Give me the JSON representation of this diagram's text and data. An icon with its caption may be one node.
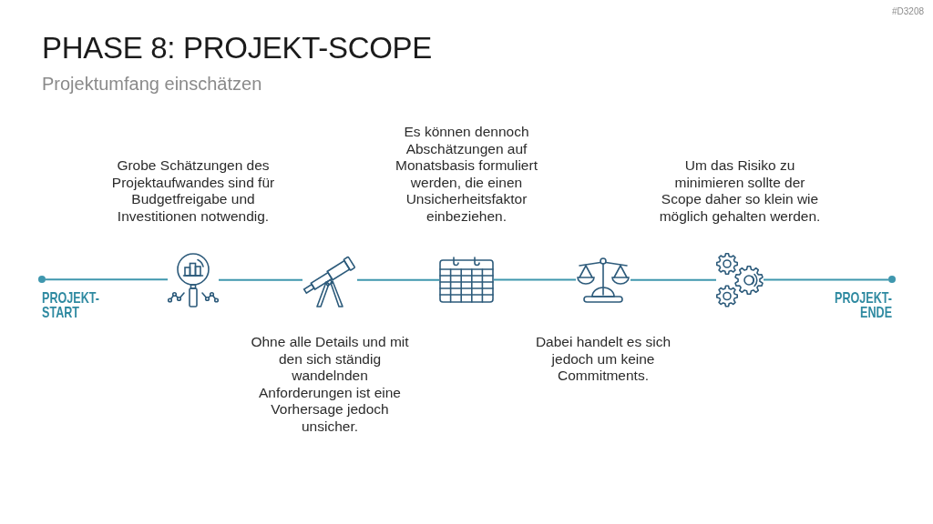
{
  "diagram": {
    "title": "PHASE 8: PROJEKT-SCOPE",
    "nodes": [
      {
        "text": [],
        "shape": "circle",
        "beside": [
          "PROJEKT- START"
        ]
      },
      {
        "text": [],
        "shape": "picture",
        "beside": [
          "Grobe Schätzungen des Projektaufwandes sind für Budgetfreigabe und Investitionen notwendig."
        ]
      },
      {
        "text": [],
        "shape": "picture",
        "beside": [
          "Ohne alle Details und mit den sich ständig wandelnden Anforderungen ist eine Vorhersage jedoch unsicher."
        ]
      },
      {
        "text": [],
        "shape": "picture",
        "beside": [
          "Es können dennoch Abschätzungen auf Monatsbasis formuliert werden, die einen Unsicherheitsfaktor einbeziehen."
        ]
      },
      {
        "text": [],
        "shape": "picture",
        "beside": [
          "Dabei handelt es sich jedoch um keine Commitments."
        ]
      },
      {
        "text": [],
        "shape": "picture",
        "beside": [
          "Um das Risiko zu minimieren sollte der Scope daher so klein wie möglich gehalten werden."
        ]
      },
      {
        "text": [],
        "shape": "circle",
        "beside": [
          "PROJEKT- ENDE"
        ]
      }
    ],
    "edges": [
      {
        "from": 0,
        "to": 1,
        "arrow": "none"
      },
      {
        "from": 1,
        "to": 2,
        "arrow": "none"
      },
      {
        "from": 2,
        "to": 3,
        "arrow": "none"
      },
      {
        "from": 3,
        "to": 4,
        "arrow": "none"
      },
      {
        "from": 4,
        "to": 5,
        "arrow": "none"
      },
      {
        "from": 5,
        "to": 6,
        "arrow": "none"
      }
    ],
    "labels": [
      "#D3208",
      "Projektumfang einschätzen"
    ]
  }
}
